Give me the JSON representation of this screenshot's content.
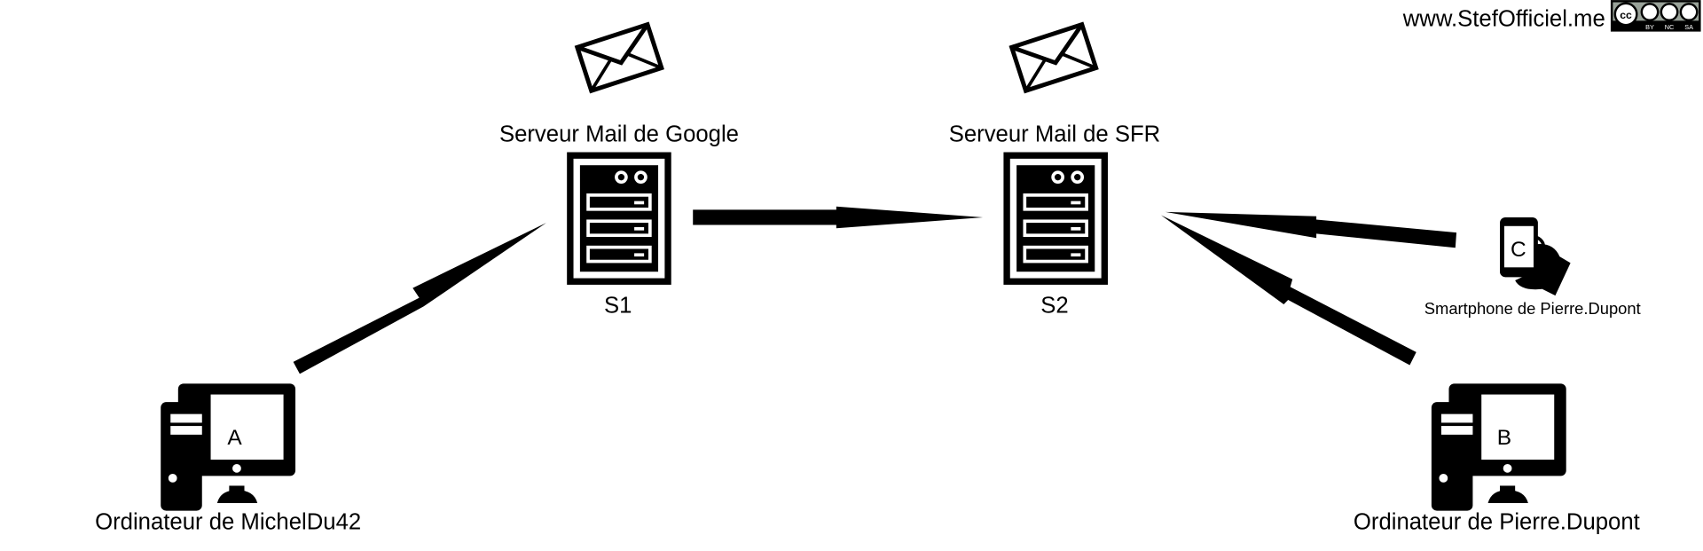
{
  "credit": {
    "site": "www.StefOfficiel.me",
    "license_badge": "CC BY NC SA",
    "license_parts": [
      "BY",
      "NC",
      "SA"
    ]
  },
  "nodes": {
    "computer_a": {
      "letter": "A",
      "label": "Ordinateur de MichelDu42"
    },
    "server_1": {
      "title": "Serveur Mail de Google",
      "id": "S1"
    },
    "server_2": {
      "title": "Serveur Mail de SFR",
      "id": "S2"
    },
    "smartphone_c": {
      "letter": "C",
      "label": "Smartphone de Pierre.Dupont"
    },
    "computer_b": {
      "letter": "B",
      "label": "Ordinateur de Pierre.Dupont"
    }
  },
  "edges": [
    {
      "from": "A",
      "to": "S1"
    },
    {
      "from": "S1",
      "to": "S2"
    },
    {
      "from": "C",
      "to": "S2"
    },
    {
      "from": "B",
      "to": "S2"
    }
  ]
}
